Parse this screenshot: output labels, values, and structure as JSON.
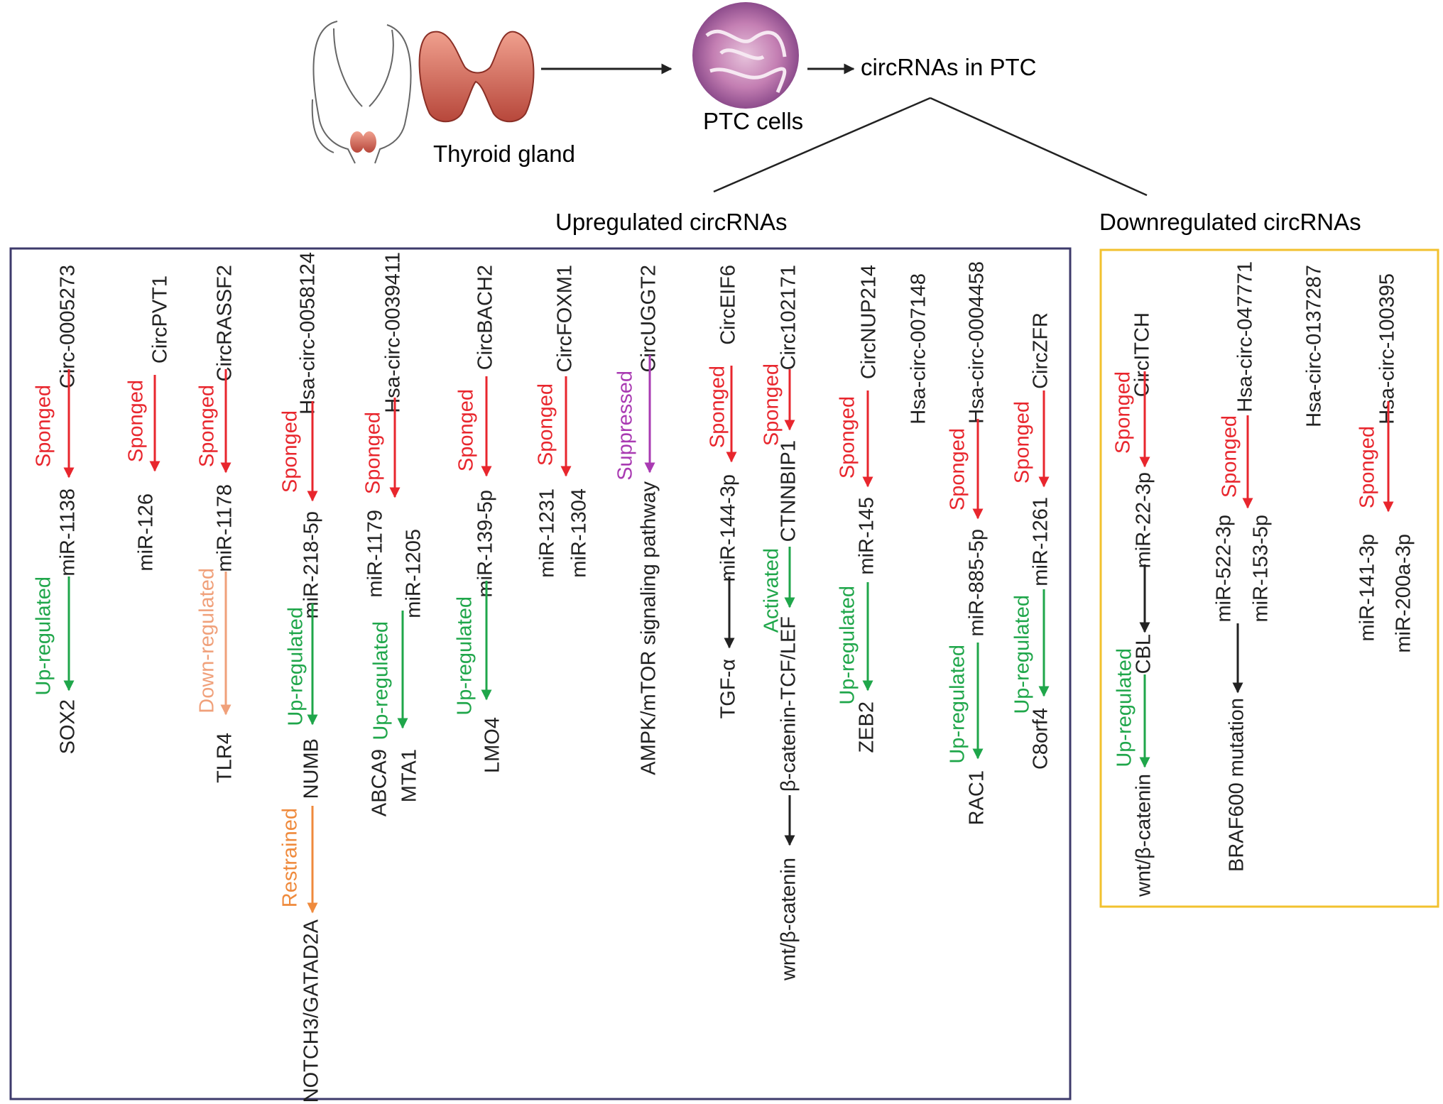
{
  "header": {
    "thyroid_label": "Thyroid gland",
    "ptc_label": "PTC cells",
    "circ_label": "circRNAs in PTC",
    "up_label": "Upregulated circRNAs",
    "down_label": "Downregulated circRNAs"
  },
  "colors": {
    "sponged": "#e8262d",
    "upregulated": "#1fa64a",
    "downregulated": "#f0a07a",
    "restrained": "#ef8a3c",
    "suppressed": "#a93ab2",
    "activated": "#1fa64a",
    "neutral": "#222222",
    "upbox": "#3d3a6b",
    "downbox": "#f2c12e"
  },
  "columns": {
    "c1": {
      "circ": "Circ-0005273",
      "l1": "Sponged",
      "mir": "miR-1138",
      "l2": "Up-regulated",
      "target": "SOX2"
    },
    "c2": {
      "circ": "CircPVT1",
      "l1": "Sponged",
      "mir": "miR-126"
    },
    "c3": {
      "circ": "CircRASSF2",
      "l1": "Sponged",
      "mir": "miR-1178",
      "l2": "Down-regulated",
      "target": "TLR4"
    },
    "c4": {
      "circ": "Hsa-circ-0058124",
      "l1": "Sponged",
      "mir": "miR-218-5p",
      "l2": "Up-regulated",
      "target": "NUMB",
      "l3": "Restrained",
      "final": "NOTCH3/GATAD2A"
    },
    "c5": {
      "circ": "Hsa-circ-0039411",
      "l1": "Sponged",
      "mir_a": "miR-1179",
      "mir_b": "miR-1205",
      "l2": "Up-regulated",
      "target_a": "ABCA9",
      "target_b": "MTA1"
    },
    "c6": {
      "circ": "CircBACH2",
      "l1": "Sponged",
      "mir": "miR-139-5p",
      "l2": "Up-regulated",
      "target": "LMO4"
    },
    "c7": {
      "circ": "CircFOXM1",
      "l1": "Sponged",
      "mir_a": "miR-1231",
      "mir_b": "miR-1304"
    },
    "c8": {
      "circ": "CircUGGT2",
      "l1": "Suppressed",
      "target": "AMPK/mTOR signaling pathway"
    },
    "c9": {
      "circ": "CircEIF6",
      "l1": "Sponged",
      "mir": "miR-144-3p",
      "target": "TGF-α"
    },
    "c10": {
      "circ": "Circ102171",
      "l1": "Sponged",
      "mir": "CTNNBIP1",
      "l2": "Activated",
      "target": "β-catenin-TCF/LEF",
      "final": "wnt/β-catenin"
    },
    "c11": {
      "circ": "CircNUP214",
      "l1": "Sponged",
      "mir": "miR-145",
      "l2": "Up-regulated",
      "target": "ZEB2"
    },
    "c12": {
      "circ": "Hsa-circ-007148"
    },
    "c13": {
      "circ": "Hsa-circ-0004458",
      "l1": "Sponged",
      "mir": "miR-885-5p",
      "l2": "Up-regulated",
      "target": "RAC1"
    },
    "c14": {
      "circ": "CircZFR",
      "l1": "Sponged",
      "mir": "miR-1261",
      "l2": "Up-regulated",
      "target": "C8orf4"
    },
    "d1": {
      "circ": "CircITCH",
      "l1": "Sponged",
      "mir": "miR-22-3p",
      "target": "CBL",
      "l2": "Up-regulated",
      "final": "wnt/β-catenin"
    },
    "d2": {
      "circ": "Hsa-circ-047771",
      "l1": "Sponged",
      "mir_a": "miR-522-3p",
      "mir_b": "miR-153-5p",
      "target": "BRAF600 mutation"
    },
    "d3": {
      "circ": "Hsa-circ-0137287"
    },
    "d4": {
      "circ": "Hsa-circ-100395",
      "l1": "Sponged",
      "mir_a": "miR-141-3p",
      "mir_b": "miR-200a-3p"
    }
  }
}
